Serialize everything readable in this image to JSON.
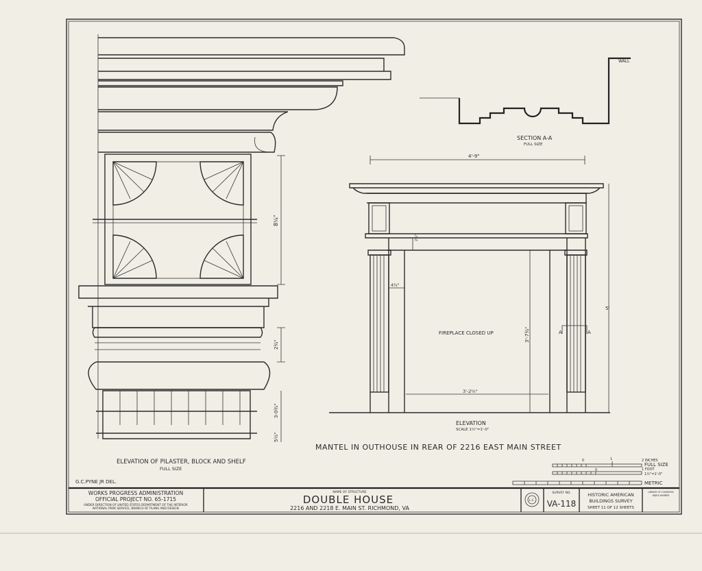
{
  "drawing": {
    "title": "MANTEL IN OUTHOUSE IN REAR OF 2216 EAST MAIN STREET",
    "pilaster_caption": "ELEVATION OF PILASTER, BLOCK AND SHELF",
    "pilaster_scale": "FULL SIZE",
    "section_caption": "SECTION A-A",
    "section_scale": "FULL SIZE",
    "wall_label": "WALL",
    "elevation_caption": "ELEVATION",
    "elevation_scale": "SCALE 1½\"=1'-0\"",
    "fireplace_note": "FIREPLACE CLOSED UP",
    "section_mark": "A",
    "dimensions": {
      "overall_width": "4'-9\"",
      "block_height": "8¼\"",
      "base_band": "2¾\"",
      "base_height": "3-0¾\"",
      "plinth": "5½\"",
      "frieze_gap": "2¾\"",
      "jamb_width": "4¾\"",
      "opening_height": "3'-7¾\"",
      "opening_width": "3'-2½\"",
      "overall_height": "5'"
    }
  },
  "delineator": "G.C.PYNE JR  DEL.",
  "title_block": {
    "agency": "WORKS PROGRESS ADMINISTRATION",
    "project": "OFFICIAL PROJECT NO. 65-1715",
    "direction_1": "UNDER DIRECTION OF UNITED STATES DEPARTMENT OF THE INTERIOR",
    "direction_2": "NATIONAL PARK SERVICE, BRANCH OF PLANS AND DESIGN",
    "structure_label": "NAME OF STRUCTURE",
    "structure_name": "DOUBLE HOUSE",
    "address": "2216 AND 2218 E. MAIN ST.  RICHMOND, VA",
    "seal_text": "L.C.",
    "survey_label": "SURVEY NO.",
    "survey_no": "VA-118",
    "program_1": "HISTORIC AMERICAN",
    "program_2": "BUILDINGS SURVEY",
    "sheet": "SHEET 11 OF 12 SHEETS",
    "library": "LIBRARY OF CONGRESS",
    "index": "INDEX NUMBER"
  },
  "scales": {
    "inches_zero": "0",
    "inches_one": "1",
    "inches_label": "2 INCHES",
    "full_size": "FULL SIZE",
    "foot_zero": "0",
    "foot_label": "1 FOOT",
    "foot_scale": "1½\"=1'-0\"",
    "metric": "METRIC"
  }
}
